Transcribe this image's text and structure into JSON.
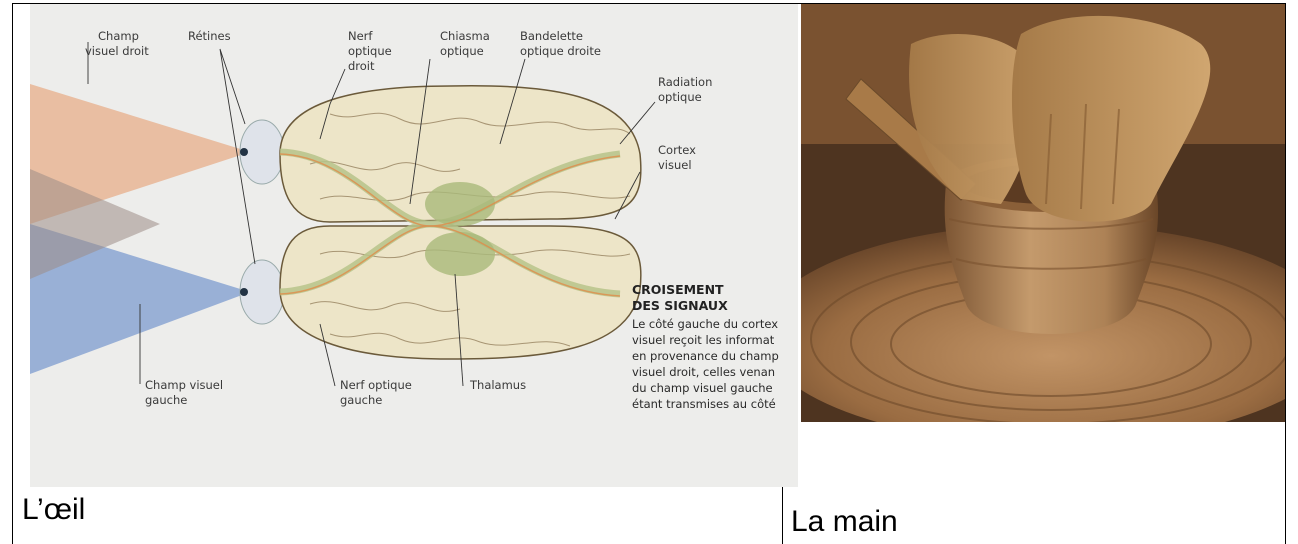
{
  "cells": {
    "left_caption": "L’œil",
    "right_caption": "La main"
  },
  "figure_eye": {
    "labels": {
      "champ_droit_1": "Champ",
      "champ_droit_2": "visuel droit",
      "retines": "Rétines",
      "nerf_droit_1": "Nerf",
      "nerf_droit_2": "optique",
      "nerf_droit_3": "droit",
      "chiasma_1": "Chiasma",
      "chiasma_2": "optique",
      "bandelette_1": "Bandelette",
      "bandelette_2": "optique droite",
      "radiation_1": "Radiation",
      "radiation_2": "optique",
      "cortex_1": "Cortex",
      "cortex_2": "visuel",
      "champ_gauche_1": "Champ visuel",
      "champ_gauche_2": "gauche",
      "nerf_gauche_1": "Nerf optique",
      "nerf_gauche_2": "gauche",
      "thalamus": "Thalamus"
    },
    "sidebar": {
      "heading_1": "CROISEMENT",
      "heading_2": "DES SIGNAUX",
      "lines": [
        "Le côté gauche du cortex",
        "visuel reçoit les informat",
        "en provenance du champ",
        "visuel droit, celles venan",
        "du champ visuel gauche",
        "étant transmises au côté"
      ]
    }
  },
  "colors": {
    "field_right": "#e8b89a",
    "field_left": "#8fa8d4",
    "brain": "#ede5c8",
    "pathway": "#b7c48a",
    "clay": "#b9895a"
  }
}
